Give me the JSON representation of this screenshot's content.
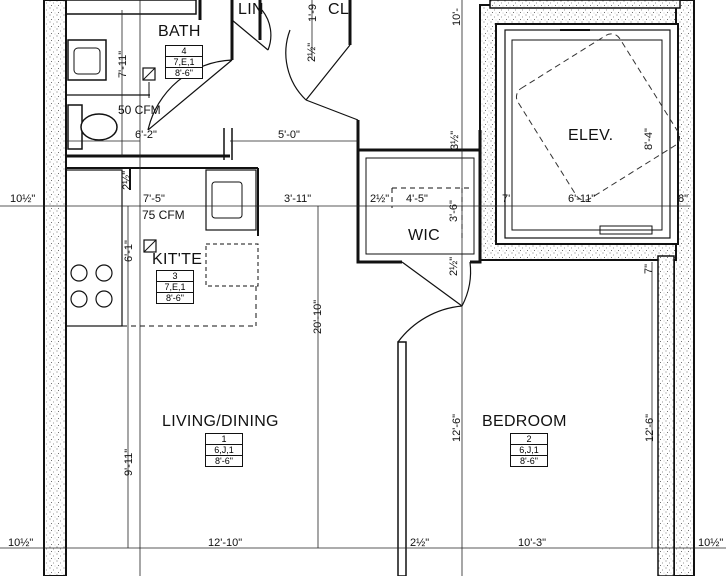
{
  "rooms": {
    "bath": {
      "name": "BATH",
      "tag": [
        "4",
        "7,E,1",
        "8'-6\""
      ]
    },
    "lin": {
      "name": "LIN"
    },
    "cl": {
      "name": "CL"
    },
    "elev": {
      "name": "ELEV."
    },
    "wic": {
      "name": "WIC"
    },
    "kitchen": {
      "name": "KIT'TE",
      "tag": [
        "3",
        "7,E,1",
        "8'-6\""
      ]
    },
    "living": {
      "name": "LIVING/DINING",
      "tag": [
        "1",
        "6,J,1",
        "8'-6\""
      ]
    },
    "bedroom": {
      "name": "BEDROOM",
      "tag": [
        "2",
        "6,J,1",
        "8'-6\""
      ]
    }
  },
  "fans": {
    "bath": "50 CFM",
    "kitchen": "75 CFM"
  },
  "dimensions": {
    "bath_height": "7'-11\"",
    "bath_width": "6'-2\"",
    "hall_width": "5'-0\"",
    "kitchen_width": "7'-5\"",
    "hall_width_2": "3'-11\"",
    "wic_gap": "2½\"",
    "wic_width": "4'-5\"",
    "wic_depth": "3'-6\"",
    "elev_width": "6'-11\"",
    "elev_depth": "8'-4\"",
    "wall_left": "10½\"",
    "wall_right": "8\"",
    "kitchen_depth": "6'-1\"",
    "living_depth": "20'-10\"",
    "living_length": "9'-11\"",
    "bedroom_depth_left": "12'-6\"",
    "bedroom_depth_right": "12'-6\"",
    "living_width": "12'-10\"",
    "partition": "2½\"",
    "bedroom_width": "10'-3\"",
    "wall_bottom_left": "10½\"",
    "wall_bottom_right": "10½\"",
    "small_a": "2½\"",
    "small_b": "3½\"",
    "small_c": "2½\"",
    "small_d": "2½\"",
    "small_e": "7'",
    "small_f": "1'-9",
    "small_g": "7\"",
    "small_h": "10'-"
  }
}
